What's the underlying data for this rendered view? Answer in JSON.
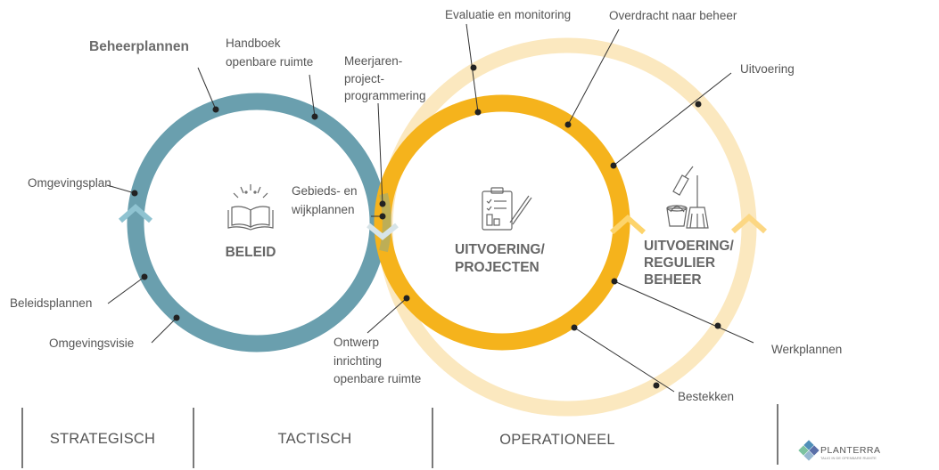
{
  "rings": {
    "beleid": {
      "title": "BELEID",
      "color": "#6a9fae"
    },
    "projecten": {
      "title_line1": "UITVOERING/",
      "title_line2": "PROJECTEN",
      "color": "#f5b31c"
    },
    "regulier": {
      "title_line1": "UITVOERING/",
      "title_line2": "REGULIER",
      "title_line3": "BEHEER",
      "color": "#fbe8bf"
    }
  },
  "labels": {
    "beheerplannen": "Beheerplannen",
    "handboek_1": "Handboek",
    "handboek_2": "openbare ruimte",
    "meerjaren_1": "Meerjaren-",
    "meerjaren_2": "project-",
    "meerjaren_3": "programmering",
    "evaluatie": "Evaluatie en monitoring",
    "overdracht": "Overdracht naar beheer",
    "uitvoering": "Uitvoering",
    "omgevingsplan": "Omgevingsplan",
    "gebieds_1": "Gebieds- en",
    "gebieds_2": "wijkplannen",
    "beleidsplannen": "Beleidsplannen",
    "omgevingsvisie": "Omgevingsvisie",
    "ontwerp_1": "Ontwerp",
    "ontwerp_2": "inrichting",
    "ontwerp_3": "openbare ruimte",
    "werkplannen": "Werkplannen",
    "bestekken": "Bestekken"
  },
  "phases": {
    "strategisch": "STRATEGISCH",
    "tactisch": "TACTISCH",
    "operationeel": "OPERATIONEEL"
  },
  "brand": {
    "name": "PLANTERRA",
    "tagline": "TALIG IN DE OPENBARE RUIMTE"
  },
  "icons": [
    "open-book-icon",
    "clipboard-checklist-icon",
    "bucket-and-broom-icon"
  ]
}
